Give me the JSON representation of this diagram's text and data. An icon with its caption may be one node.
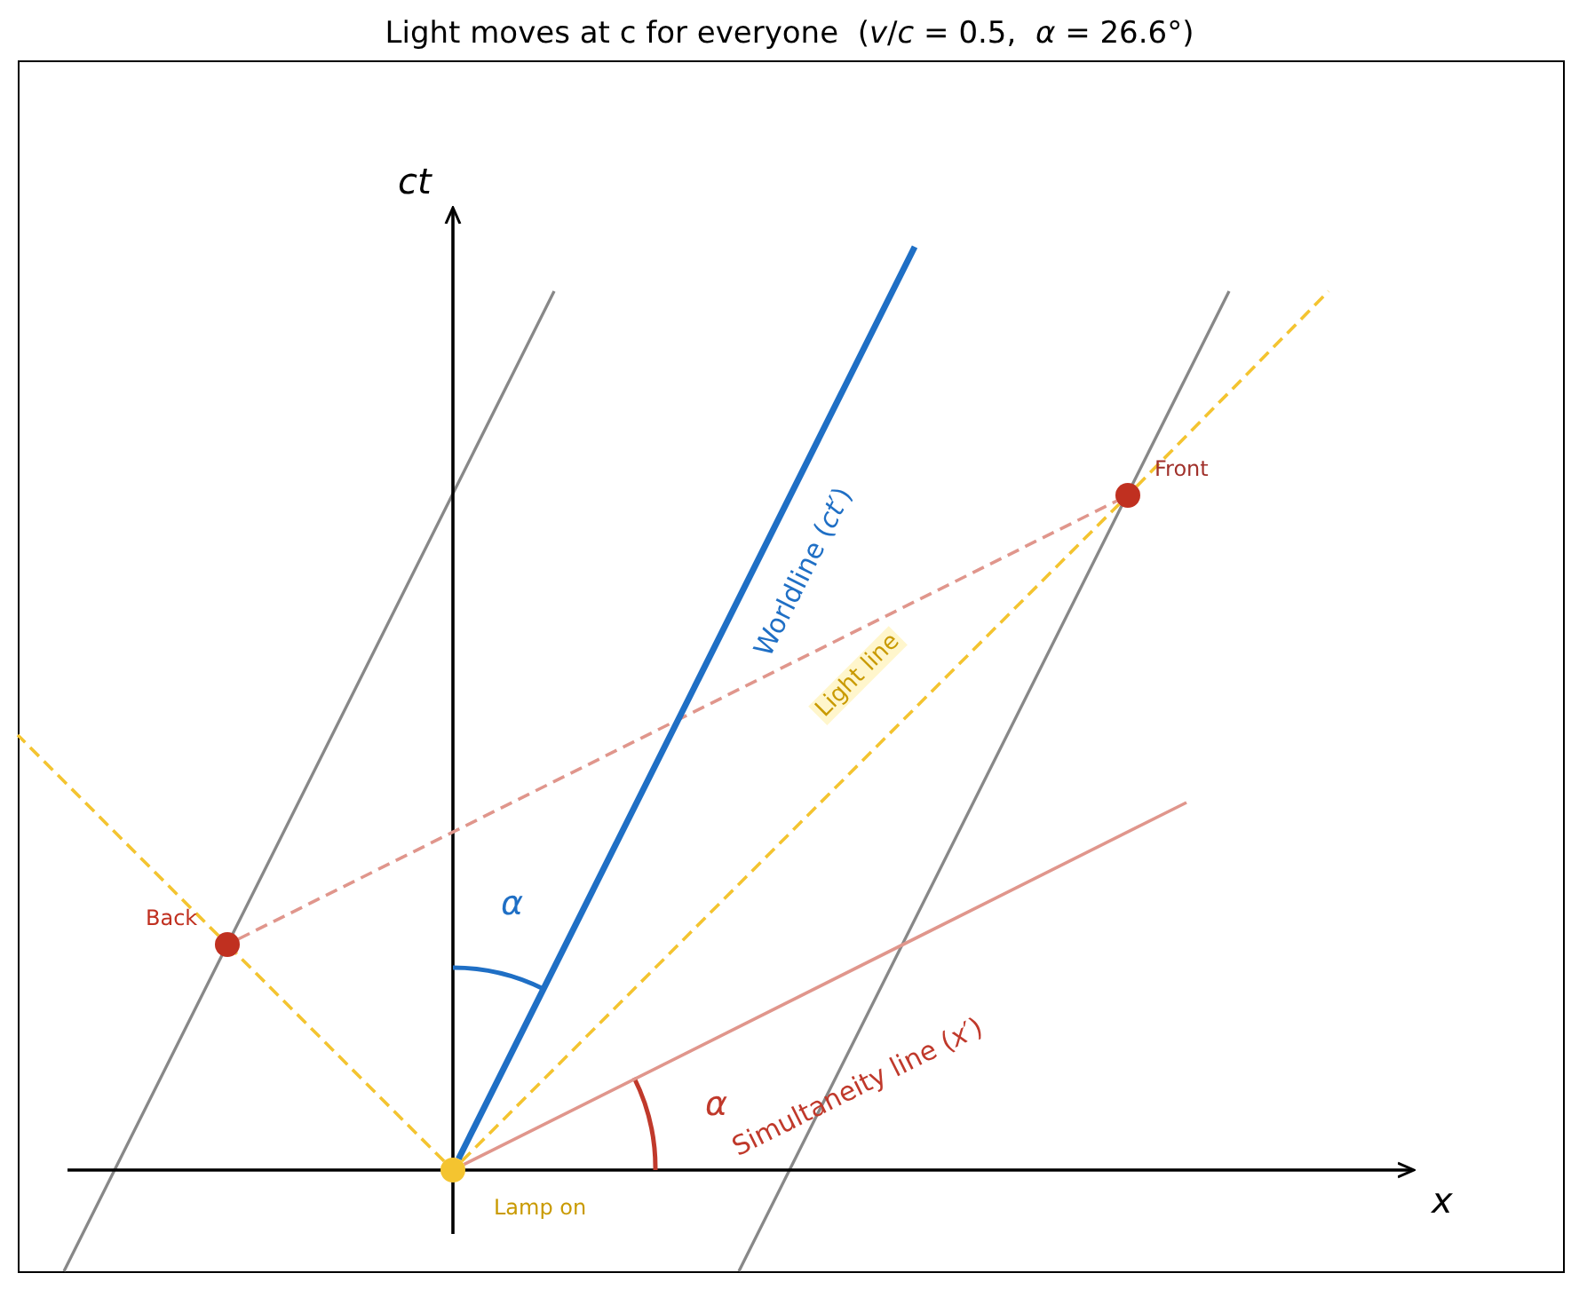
{
  "diagram": {
    "title": "Light moves at c for everyone  (*v*/*c* = 0.5,  *α* = 26.6°)",
    "nodes": [
      {
        "text": [],
        "shape": "circle",
        "beside": [
          "Lamp on"
        ]
      },
      {
        "text": [],
        "shape": "circle",
        "beside": [
          "Back"
        ]
      },
      {
        "text": [],
        "shape": "circle",
        "beside": [
          "Front"
        ]
      }
    ],
    "edges": [
      {
        "from": 0,
        "to": 1,
        "arrow": "none",
        "style": "dashed"
      },
      {
        "from": 0,
        "to": 2,
        "arrow": "none",
        "style": "dashed"
      },
      {
        "from": 1,
        "to": 2,
        "arrow": "none",
        "style": "dashed",
        "color": "#e0968c"
      },
      {
        "from": 0,
        "to": null,
        "arrow": "none",
        "style": "thick",
        "color": "#1f6fc5"
      },
      {
        "from": 0,
        "to": null,
        "arrow": "none",
        "color": "#e0968c"
      },
      {
        "from": 1,
        "to": null,
        "arrow": "none",
        "style": "dashed"
      },
      {
        "from": 2,
        "to": null,
        "arrow": "none",
        "style": "dashed"
      }
    ],
    "labels": [
      "ct",
      "x",
      "Worldline (*ct*′)",
      "Light line",
      "α",
      "α",
      "Simultaneity line (*x*′)"
    ]
  }
}
